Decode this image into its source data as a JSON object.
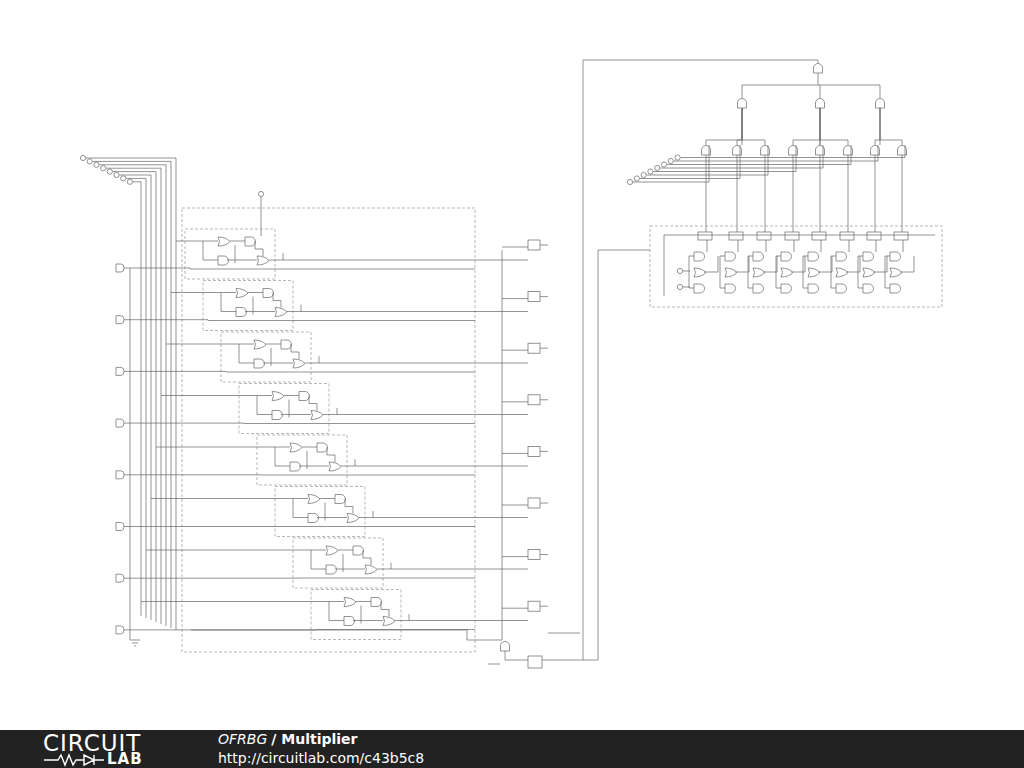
{
  "diagram": {
    "labels": [
      "CIRCUIT",
      "LAB",
      "OFRBG",
      "/ Multiplier",
      "http://circuitlab.com/c43b5c8"
    ]
  }
}
